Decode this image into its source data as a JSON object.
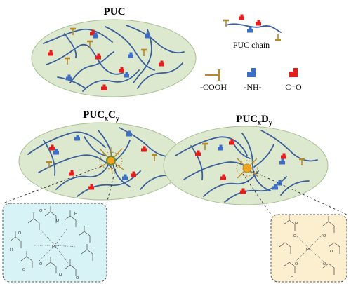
{
  "panels": {
    "puc": {
      "title": "PUC"
    },
    "pucxcy": {
      "title_main": "PUC",
      "sub1": "x",
      "mid": "C",
      "sub2": "y"
    },
    "pucxdy": {
      "title_main": "PUC",
      "sub1": "x",
      "mid": "D",
      "sub2": "y"
    }
  },
  "legend": {
    "chain_label": "PUC  chain",
    "cooh_label": "-COOH",
    "nh_label": "-NH-",
    "co_label": "C=O"
  },
  "insets": {
    "left": {
      "atom_labels": [
        "O",
        "H",
        "O",
        "H",
        "H",
        "O",
        "H",
        "O",
        "O",
        "H",
        "O",
        "O"
      ],
      "center": "Fe"
    },
    "right": {
      "atom_labels": [
        "H",
        "O",
        "O",
        "O",
        "O",
        "H",
        "O",
        "O"
      ],
      "center": "Fe"
    }
  },
  "colors": {
    "ellipse_fill": "#dde9cf",
    "chain": "#3a5f9a",
    "cooh": "#b5882a",
    "nh": "#3f6fc4",
    "co": "#e0201f",
    "inset_left_bg": "#d8f3f6",
    "inset_right_bg": "#fcefcf",
    "metal": "#f0a31f"
  }
}
